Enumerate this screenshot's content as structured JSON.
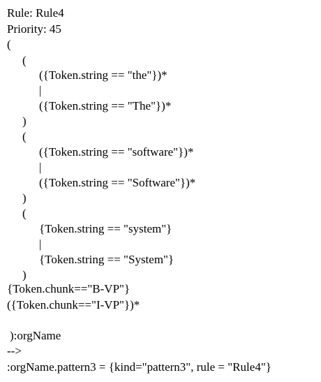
{
  "document": {
    "lines": [
      "Rule: Rule4",
      "Priority: 45",
      "(",
      "(",
      "({Token.string == \"the\"})*",
      "|",
      "({Token.string == \"The\"})*",
      ")",
      "(",
      "({Token.string == \"software\"})*",
      "|",
      "({Token.string == \"Software\"})*",
      ")",
      "(",
      "{Token.string == \"system\"}",
      "|",
      "{Token.string == \"System\"}",
      ")",
      "{Token.chunk==\"B-VP\"}",
      "({Token.chunk==\"I-VP\"})*",
      "):orgName",
      "-->",
      ":orgName.pattern3 = {kind=\"pattern3\", rule = \"Rule4\"}"
    ]
  }
}
